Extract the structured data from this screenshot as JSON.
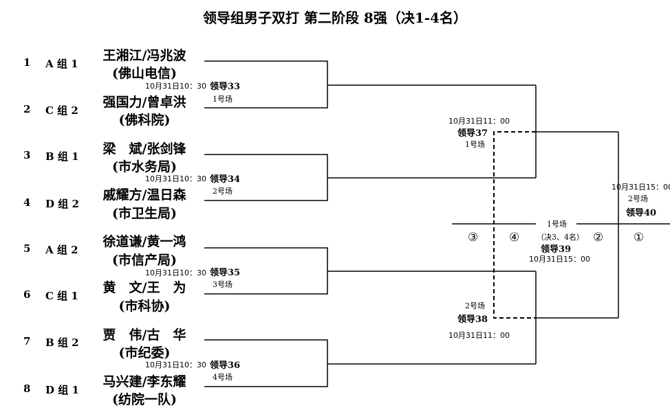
{
  "title": "领导组男子双打  第二阶段 8强（决1-4名）",
  "players": [
    {
      "seed": "1",
      "group": "A 组 1",
      "names": "王湘江/冯兆波",
      "org": "(佛山电信)"
    },
    {
      "seed": "2",
      "group": "C 组 2",
      "names": "强国力/曾卓洪",
      "org": "(佛科院)"
    },
    {
      "seed": "3",
      "group": "B 组 1",
      "names": "梁　斌/张剑锋",
      "org": "(市水务局)"
    },
    {
      "seed": "4",
      "group": "D 组 2",
      "names": "戚耀方/温日森",
      "org": "(市卫生局)"
    },
    {
      "seed": "5",
      "group": "A 组 2",
      "names": "徐道谦/黄一鸿",
      "org": "(市信产局)"
    },
    {
      "seed": "6",
      "group": "C 组 1",
      "names": "黄　文/王　为",
      "org": "(市科协)"
    },
    {
      "seed": "7",
      "group": "B 组 2",
      "names": "贾　伟/古　华",
      "org": "(市纪委)"
    },
    {
      "seed": "8",
      "group": "D 组 1",
      "names": "马兴建/李东耀",
      "org": "(纺院一队)"
    }
  ],
  "matches": {
    "m33": {
      "time": "10月31日10：30",
      "label": "领导33",
      "court": "1号场"
    },
    "m34": {
      "time": "10月31日10：30",
      "label": "领导34",
      "court": "2号场"
    },
    "m35": {
      "time": "10月31日10：30",
      "label": "领导35",
      "court": "3号场"
    },
    "m36": {
      "time": "10月31日10：30",
      "label": "领导36",
      "court": "4号场"
    },
    "m37": {
      "time": "10月31日11：00",
      "label": "领导37",
      "court": "1号场"
    },
    "m38": {
      "time": "10月31日11：00",
      "label": "领导38",
      "court": "2号场"
    },
    "m39": {
      "time": "10月31日15：00",
      "label": "领导39",
      "court": "1号场",
      "note": "（决3、4名）"
    },
    "m40": {
      "time": "10月31日15：00",
      "label": "领导40",
      "court": "2号场"
    }
  },
  "placements": {
    "p1": "①",
    "p2": "②",
    "p3": "③",
    "p4": "④"
  }
}
